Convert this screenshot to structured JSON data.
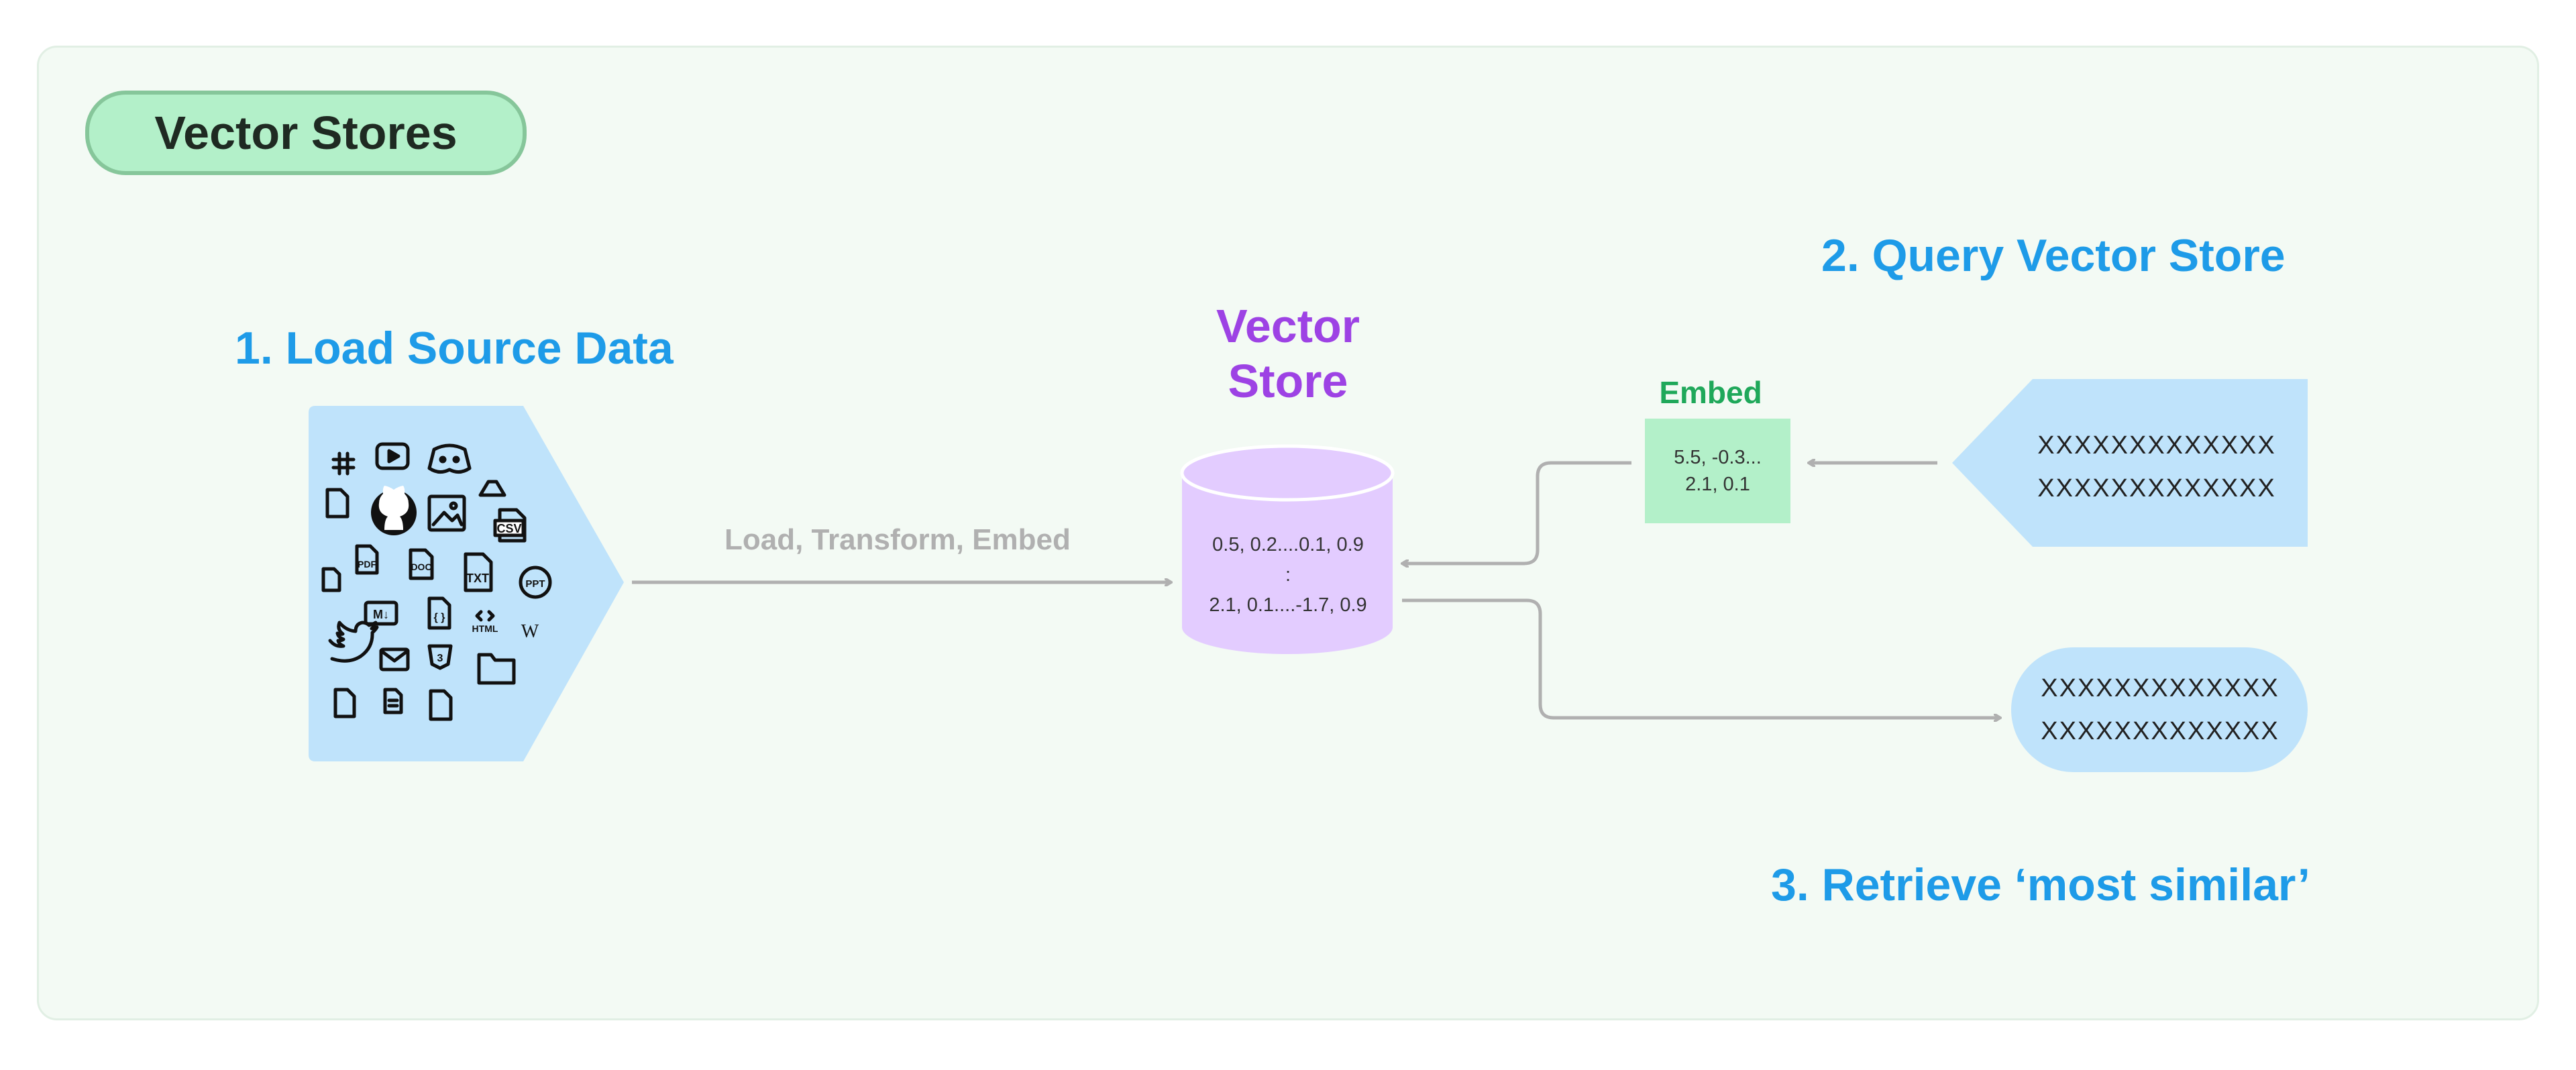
{
  "title": "Vector Stores",
  "steps": {
    "load": "1. Load Source Data",
    "query": "2. Query Vector Store",
    "retrieve": "3. Retrieve ‘most similar’"
  },
  "vector_store": {
    "title_line1": "Vector",
    "title_line2": "Store",
    "line1": "0.5, 0.2....0.1, 0.9",
    "line2": ":",
    "line3": "2.1, 0.1....-1.7, 0.9"
  },
  "arrow_label": "Load, Transform, Embed",
  "embed": {
    "title": "Embed",
    "line1": "5.5, -0.3...",
    "line2": "2.1, 0.1"
  },
  "query": {
    "line1": "XXXXXXXXXXXXX",
    "line2": "XXXXXXXXXXXXX"
  },
  "result": {
    "line1": "XXXXXXXXXXXXX",
    "line2": "XXXXXXXXXXXXX"
  },
  "source_icons": {
    "slack": "slack-icon",
    "youtube": "youtube-icon",
    "discord": "discord-icon",
    "drive": "google-drive-icon",
    "github": "github-icon",
    "image": "image-icon",
    "csv": "CSV",
    "pdf": "PDF",
    "doc": "DOC",
    "txt": "TXT",
    "ppt": "PPT",
    "markdown": "M↓",
    "json": "{ }",
    "html": "HTML",
    "wiki": "W",
    "twitter": "twitter-icon",
    "mail": "mail-icon",
    "css": "3",
    "folder": "folder-icon"
  },
  "colors": {
    "panel_bg": "#f3faf4",
    "title_pill": "#b3f0c9",
    "heading": "#1e9be8",
    "vector_store": "#9d42e4",
    "cylinder": "#e3ccff",
    "source_shape": "#bfe3fb",
    "embed_box": "#b3f0c9",
    "embed_title": "#1fa85a",
    "arrow": "#b0b0b0"
  }
}
